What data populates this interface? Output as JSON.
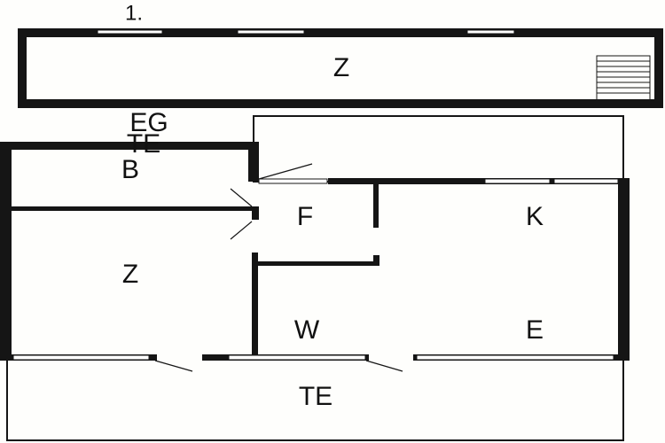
{
  "floor_marker": "1.",
  "upper_floor": {
    "room": "Z"
  },
  "ground_floor": {
    "level_label": "EG",
    "level_sublabel": "TE",
    "rooms": {
      "b": "B",
      "f": "F",
      "k": "K",
      "z": "Z",
      "w": "W",
      "e": "E"
    },
    "terrace": "TE"
  },
  "colors": {
    "wall": "#151515",
    "background": "#fefefc"
  }
}
